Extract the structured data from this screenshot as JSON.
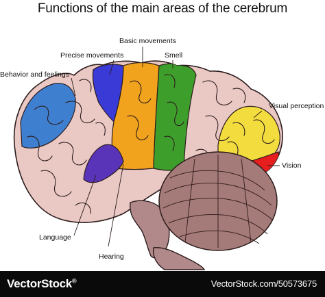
{
  "title": "Functions of the main areas of the cerebrum",
  "labels": {
    "basic_movements": "Basic movements",
    "precise_movements": "Precise movements",
    "smell": "Smell",
    "behavior": "Behavior and feelings",
    "visual_perception": "Visual perception",
    "vision": "Vision",
    "language": "Language",
    "hearing": "Hearing"
  },
  "colors": {
    "brain": "#eac8c4",
    "brain_outline": "#2b1c1c",
    "behavior": "#3f7fd0",
    "precise": "#3a3ad6",
    "basic": "#f2a31e",
    "smell": "#3e9e2c",
    "visual": "#f3dd3e",
    "vision": "#e61e1e",
    "language": "#5a34b8",
    "brainstem": "#b2898a",
    "cerebellum": "#a57b79"
  },
  "footer": {
    "brand": "VectorStock",
    "reg": "®",
    "url": "VectorStock.com/50573675"
  }
}
